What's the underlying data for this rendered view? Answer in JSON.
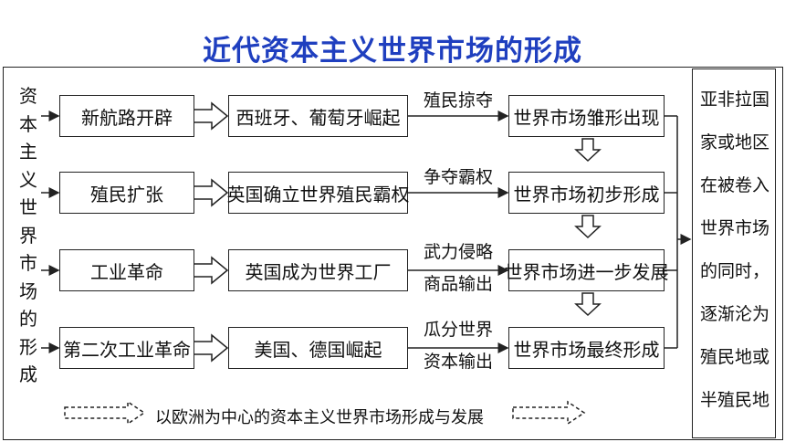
{
  "title": "近代资本主义世界市场的形成",
  "side_label": [
    "资",
    "本",
    "主",
    "义",
    "世",
    "界",
    "市",
    "场",
    "的",
    "形",
    "成"
  ],
  "rows": [
    {
      "cause": "新航路开辟",
      "result": "西班牙、葡萄牙崛起",
      "means": [
        "殖民掠夺"
      ],
      "stage": "世界市场雏形出现"
    },
    {
      "cause": "殖民扩张",
      "result": "英国确立世界殖民霸权",
      "means": [
        "争夺霸权"
      ],
      "stage": "世界市场初步形成"
    },
    {
      "cause": "工业革命",
      "result": "英国成为世界工厂",
      "means": [
        "武力侵略",
        "商品输出"
      ],
      "stage": "世界市场进一步发展"
    },
    {
      "cause": "第二次工业革命",
      "result": "美国、德国崛起",
      "means": [
        "瓜分世界",
        "资本输出"
      ],
      "stage": "世界市场最终形成"
    }
  ],
  "outcome": [
    "亚非拉国",
    "家或地区",
    "在被卷入",
    "世界市场",
    "的同时，",
    "逐渐沦为",
    "殖民地或",
    "半殖民地"
  ],
  "footer": "以欧洲为中心的资本主义世界市场形成与发展",
  "colors": {
    "title": "#1f3fbf",
    "line": "#222222"
  }
}
